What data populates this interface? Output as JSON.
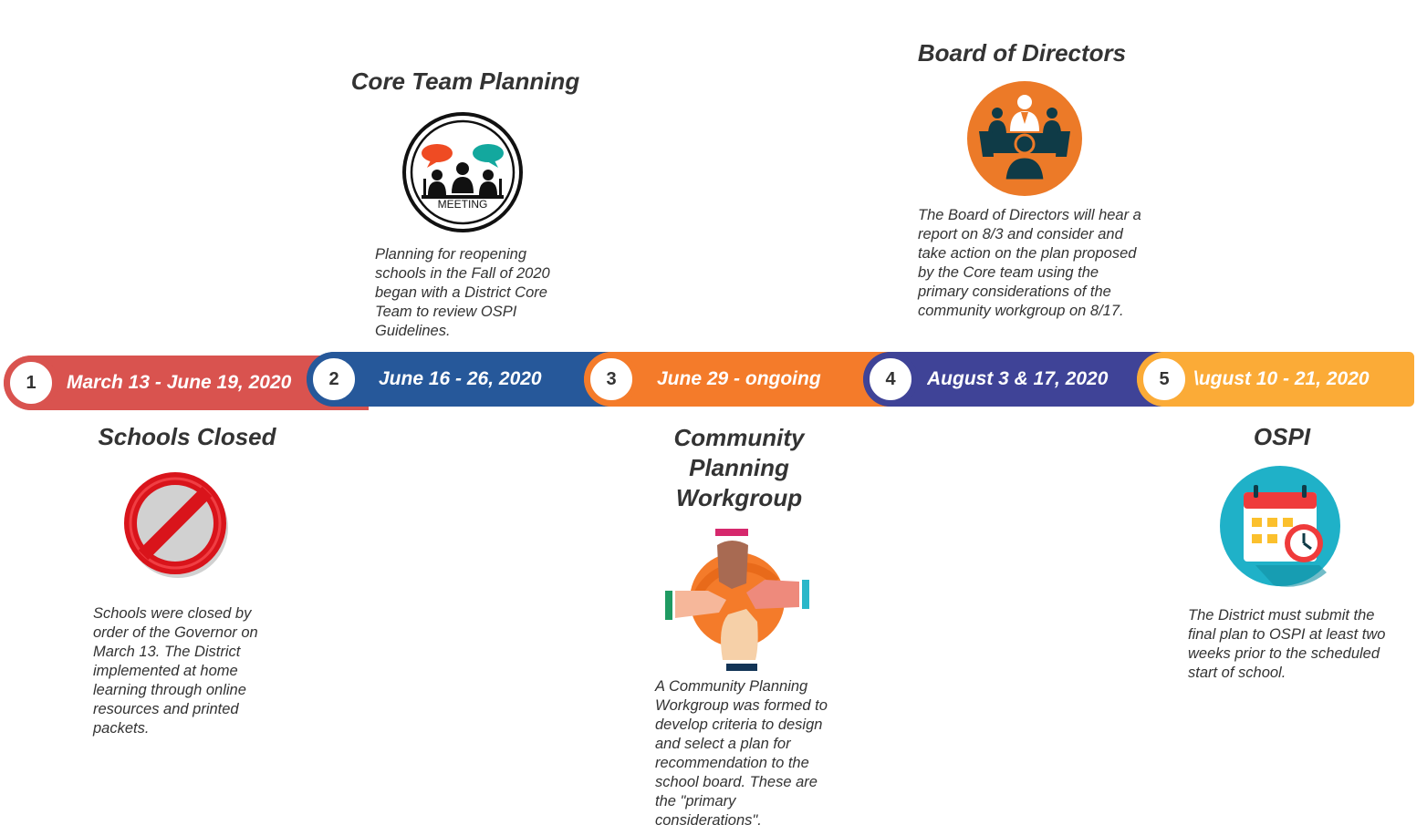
{
  "colors": {
    "red": "#d9534f",
    "blue": "#26589a",
    "orange": "#f47b2a",
    "indigo": "#3f4397",
    "amber": "#fbab37",
    "text": "#333333"
  },
  "icons": {
    "stage1": "no-entry-icon",
    "stage2": "meeting-icon",
    "stage3": "hands-together-icon",
    "stage4": "board-meeting-icon",
    "stage5": "calendar-clock-icon"
  },
  "stages": [
    {
      "number": "1",
      "dates": "March 13 - June 19, 2020",
      "title": "Schools Closed",
      "description": "Schools were closed by order of the Governor on March 13. The District implemented at home learning through online resources and printed packets."
    },
    {
      "number": "2",
      "dates": "June 16 - 26, 2020",
      "title": "Core Team Planning",
      "description": "Planning for reopening schools in the Fall of 2020 began with a District Core Team to review OSPI Guidelines."
    },
    {
      "number": "3",
      "dates": "June 29 - ongoing",
      "title": "Community Planning Workgroup",
      "description": "A Community Planning Workgroup was formed to develop criteria to design and select a plan for recommendation to the school board. These are the \"primary considerations\"."
    },
    {
      "number": "4",
      "dates": "August 3 & 17, 2020",
      "title": "Board of Directors",
      "description": "The Board of Directors will hear a report on 8/3 and consider and take action on the plan proposed by the Core team using the primary considerations of the community workgroup on 8/17."
    },
    {
      "number": "5",
      "dates": "\\ugust 10 - 21, 2020",
      "title": "OSPI",
      "description": "The District must submit the final plan to OSPI at least two weeks prior to the scheduled start of school."
    }
  ]
}
